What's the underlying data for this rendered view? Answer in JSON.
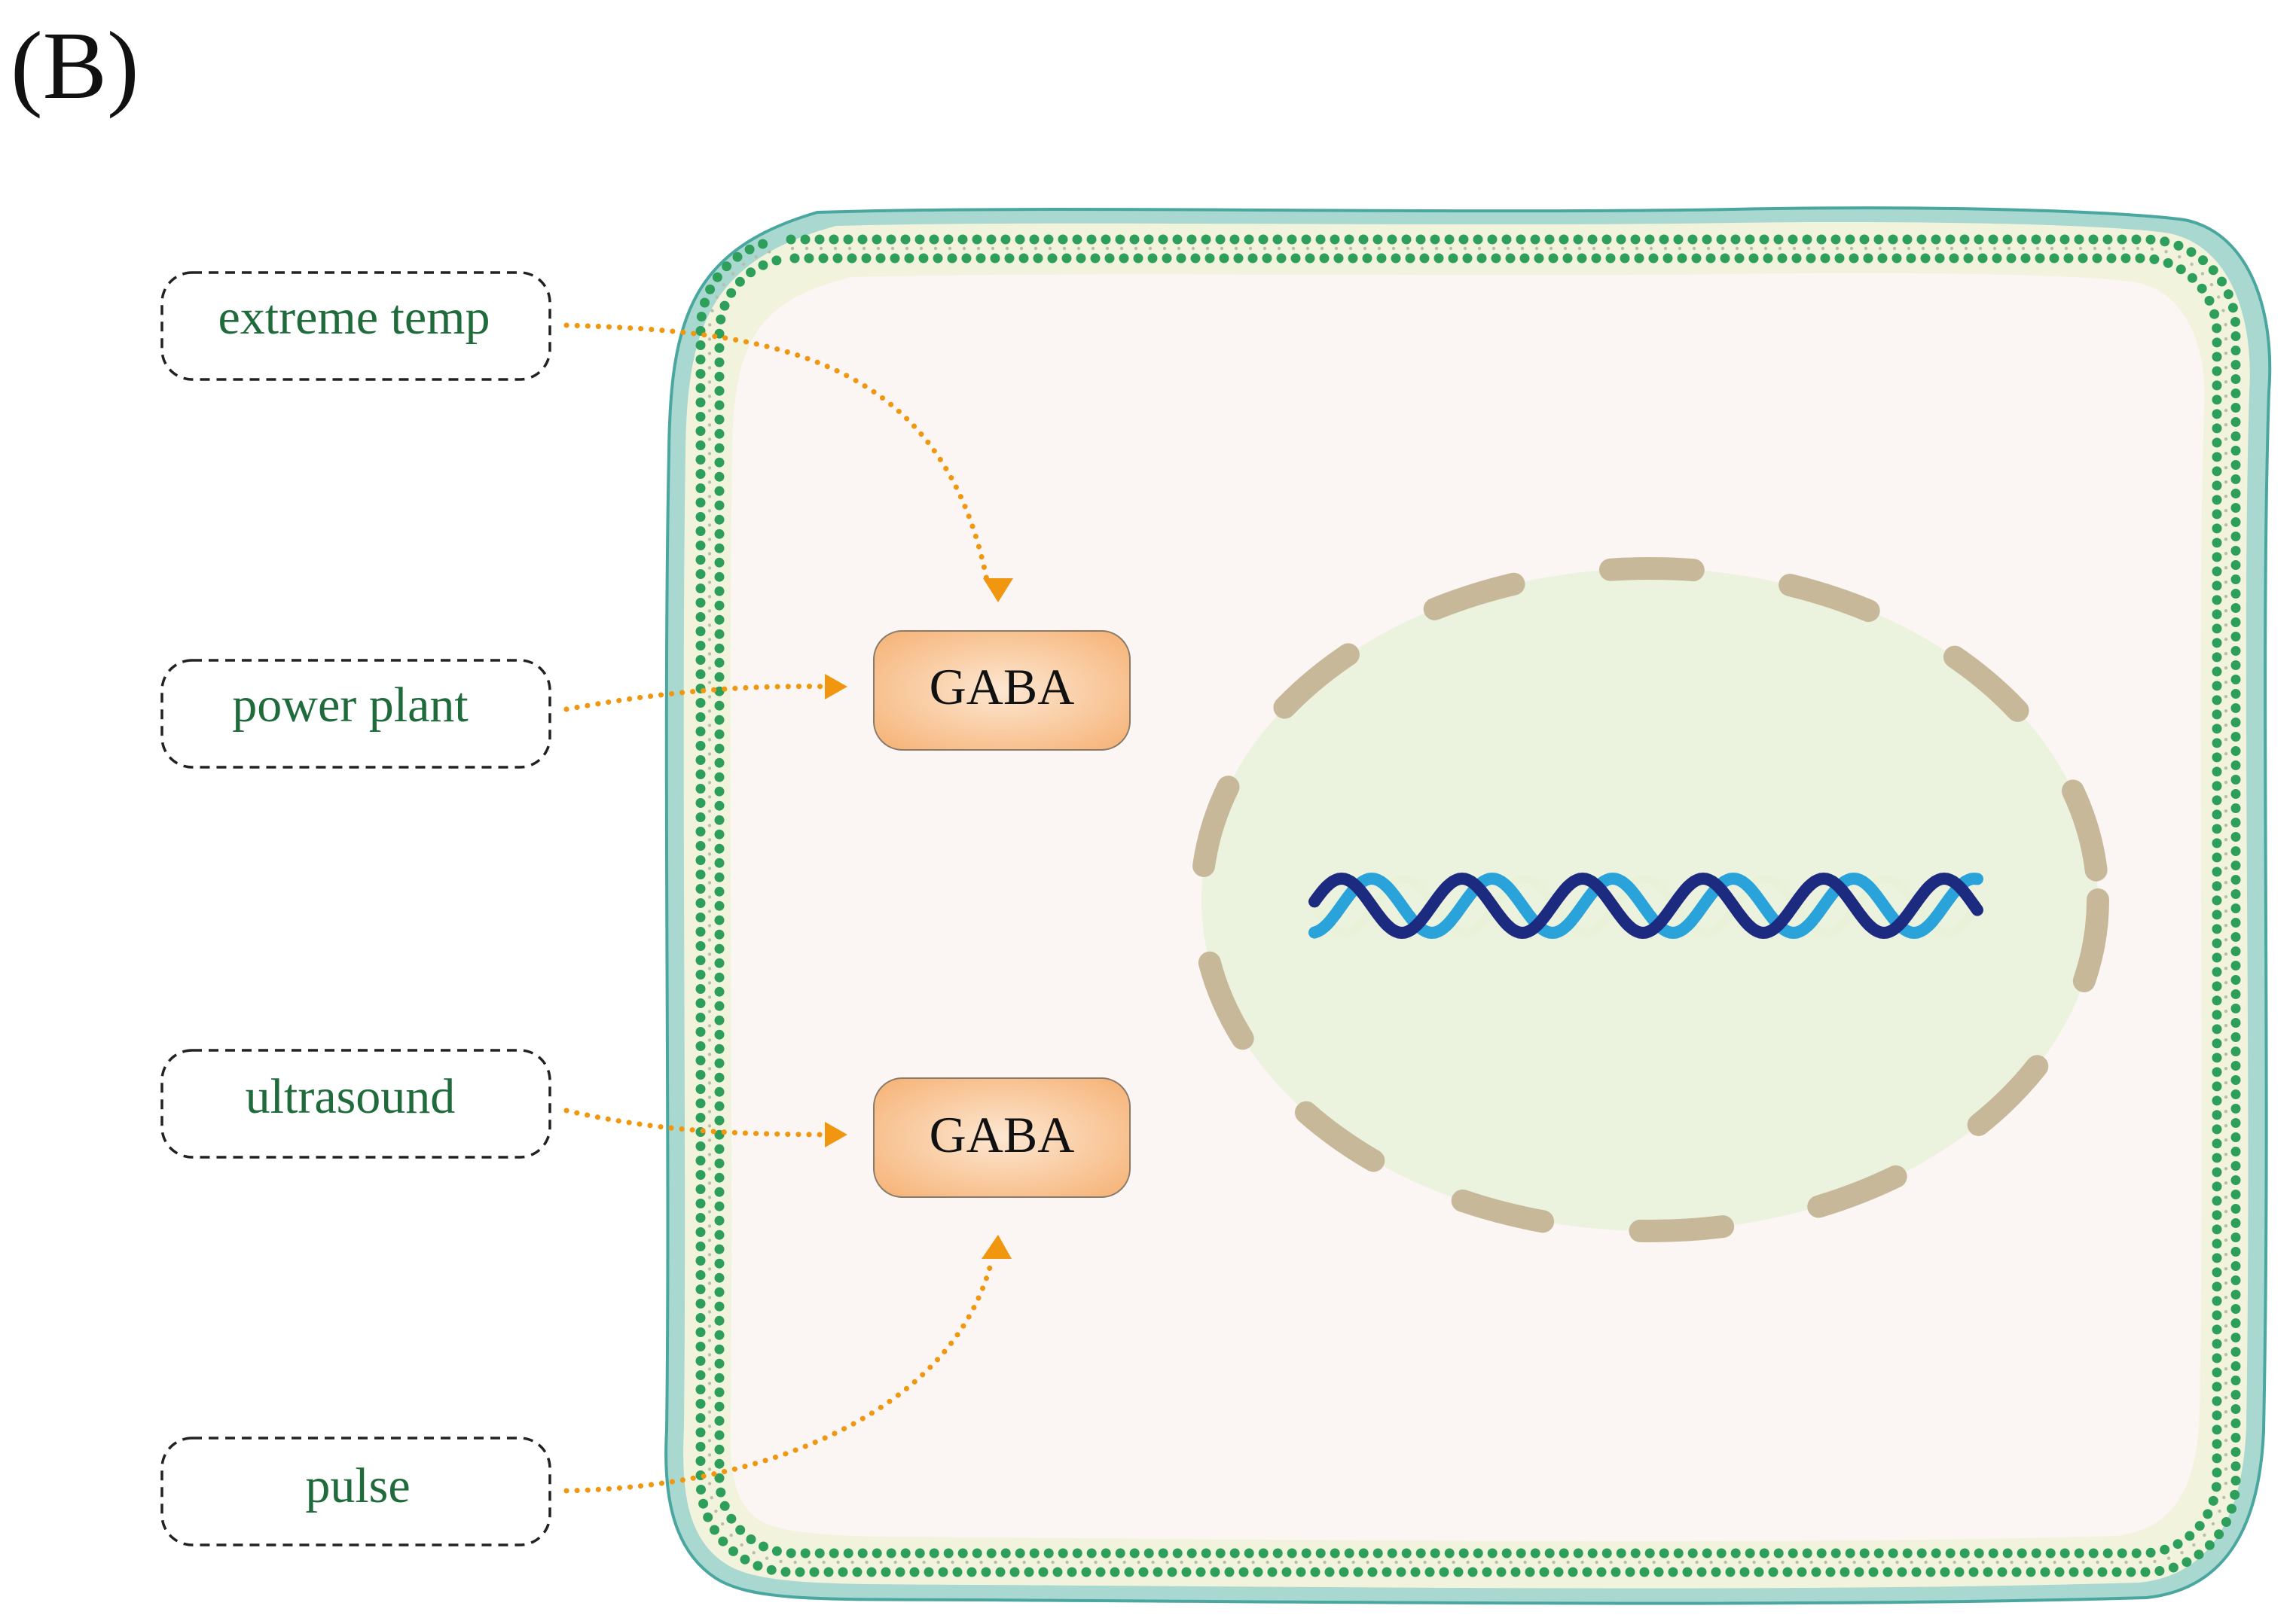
{
  "panel_label": "(B)",
  "stimuli": [
    {
      "label": "extreme temp"
    },
    {
      "label": "power plant"
    },
    {
      "label": "ultrasound"
    },
    {
      "label": "pulse"
    }
  ],
  "gaba_boxes": [
    {
      "label": "GABA"
    },
    {
      "label": "GABA"
    }
  ],
  "colors": {
    "stimulus_text": "#1f6b3b",
    "arrow": "#f0960f",
    "cell_wall": "#a8d8d0",
    "cell_wall_edge": "#4aa7a0",
    "membrane_dots": "#2e9e5b",
    "cytoplasm": "#fbf5f3",
    "nucleus_fill": "#ebf3df",
    "nucleus_envelope": "#c7b89a",
    "gaba_fill_center": "#fde3cb",
    "gaba_fill_edge": "#f6b87d",
    "dna_dark": "#1c2a80",
    "dna_light": "#2aa3da",
    "dna_pale": "#e9f2d8"
  },
  "icons": {
    "nucleus": "nucleus-icon",
    "dna": "dna-helix-icon",
    "membrane": "lipid-bilayer-icon"
  }
}
